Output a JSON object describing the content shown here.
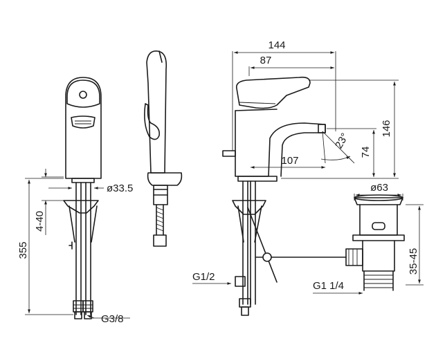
{
  "dimensions": {
    "width_144": "144",
    "width_87": "87",
    "height_146": "146",
    "height_74": "74",
    "reach_107": "107",
    "angle_23": "23°",
    "spout_diameter": "ø33.5",
    "range_4_40": "4-40",
    "length_355": "355",
    "thread_g38": "G3/8",
    "thread_g12": "G1/2",
    "waste_diameter": "ø63",
    "range_35_45": "35-45",
    "thread_g114": "G1 1/4"
  }
}
